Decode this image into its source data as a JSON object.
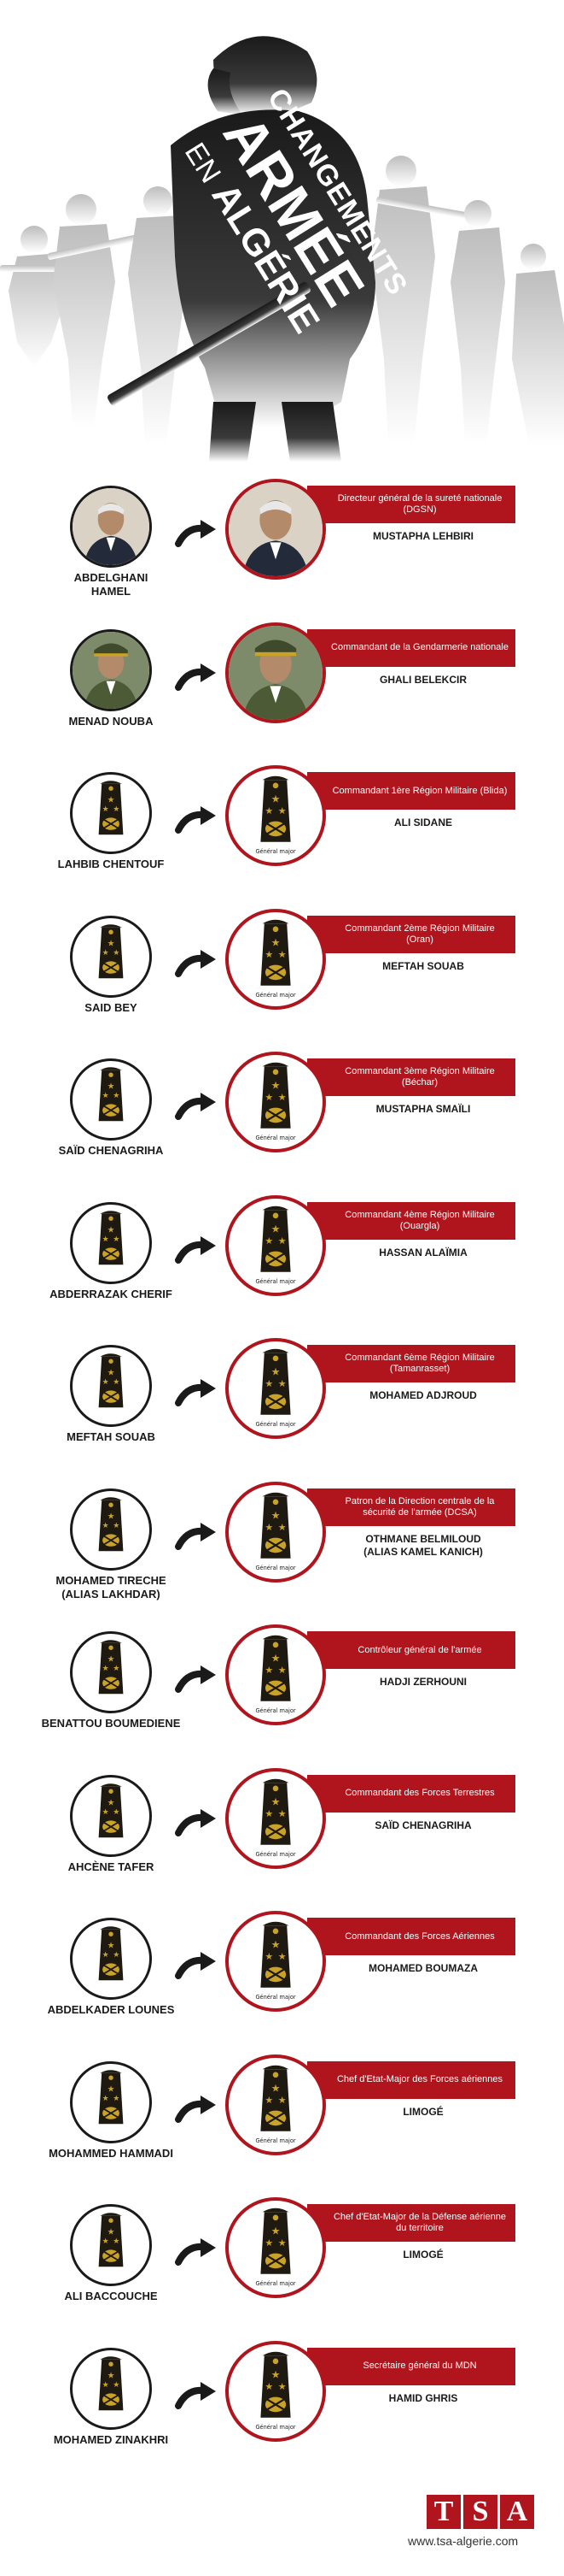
{
  "header": {
    "title_line1": "CHANGEMENTS",
    "title_line2": "ARMÉE",
    "title_line3_en": "EN",
    "title_line3_alg": "ALGÉRIE"
  },
  "rows": [
    {
      "left_name": "ABDELGHANI\nHAMEL",
      "left_kind": "photo",
      "right_kind": "photo",
      "role": "Directeur général de la sureté nationale (DGSN)",
      "right_name": "MUSTAPHA LEHBIRI"
    },
    {
      "left_name": "MENAD NOUBA",
      "left_kind": "photo",
      "right_kind": "photo",
      "role": "Commandant de la Gendarmerie nationale",
      "right_name": "GHALI BELEKCIR"
    },
    {
      "left_name": "LAHBIB CHENTOUF",
      "left_kind": "epaulette",
      "right_kind": "epaulette",
      "role": "Commandant 1ère Région Militaire (Blida)",
      "right_name": "ALI SIDANE"
    },
    {
      "left_name": "SAID BEY",
      "left_kind": "epaulette",
      "right_kind": "epaulette",
      "role": "Commandant 2ème Région Militaire (Oran)",
      "right_name": "MEFTAH SOUAB"
    },
    {
      "left_name": "SAÏD CHENAGRIHA",
      "left_kind": "epaulette",
      "right_kind": "epaulette",
      "role": "Commandant 3ème Région Militaire (Béchar)",
      "right_name": "MUSTAPHA SMAÏLI"
    },
    {
      "left_name": "ABDERRAZAK CHERIF",
      "left_kind": "epaulette",
      "right_kind": "epaulette",
      "role": "Commandant 4ème Région Militaire (Ouargla)",
      "right_name": "HASSAN ALAÏMIA"
    },
    {
      "left_name": "MEFTAH SOUAB",
      "left_kind": "epaulette",
      "right_kind": "epaulette",
      "role": "Commandant 6ème Région Militaire (Tamanrasset)",
      "right_name": "MOHAMED ADJROUD"
    },
    {
      "left_name": "MOHAMED TIRECHE\n(ALIAS LAKHDAR)",
      "left_kind": "epaulette",
      "right_kind": "epaulette",
      "role": "Patron de la Direction centrale de la sécurité de l'armée (DCSA)",
      "right_name": "OTHMANE BELMILOUD\n(ALIAS KAMEL KANICH)"
    },
    {
      "left_name": "BENATTOU BOUMEDIENE",
      "left_kind": "epaulette",
      "right_kind": "epaulette",
      "role": "Contrôleur général de l'armée",
      "right_name": "HADJI ZERHOUNI"
    },
    {
      "left_name": "AHCÈNE TAFER",
      "left_kind": "epaulette",
      "right_kind": "epaulette",
      "role": "Commandant des Forces Terrestres",
      "right_name": "SAÏD CHENAGRIHA"
    },
    {
      "left_name": "ABDELKADER LOUNES",
      "left_kind": "epaulette",
      "right_kind": "epaulette",
      "role": "Commandant des Forces Aériennes",
      "right_name": "MOHAMED BOUMAZA"
    },
    {
      "left_name": "MOHAMMED HAMMADI",
      "left_kind": "epaulette",
      "right_kind": "epaulette",
      "role": "Chef d'Etat-Major des Forces aériennes",
      "right_name": "LIMOGÉ"
    },
    {
      "left_name": "ALI BACCOUCHE",
      "left_kind": "epaulette",
      "right_kind": "epaulette",
      "role": "Chef d'Etat-Major de la Défense aérienne du territoire",
      "right_name": "LIMOGÉ"
    },
    {
      "left_name": "MOHAMED ZINAKHRI",
      "left_kind": "epaulette",
      "right_kind": "epaulette",
      "role": "Secrétaire général du MDN",
      "right_name": "HAMID GHRIS"
    }
  ],
  "epaulette_caption": "Général major",
  "footer": {
    "logo_letters": [
      "T",
      "S",
      "A"
    ],
    "site": "www.tsa-algerie.com"
  },
  "colors": {
    "accent_red": "#b0141d",
    "epaulette_dark": "#1e1a12",
    "gold": "#c9a227",
    "silhouette_dark": "#3a3a3a",
    "silhouette_light": "#cfcfcf"
  }
}
